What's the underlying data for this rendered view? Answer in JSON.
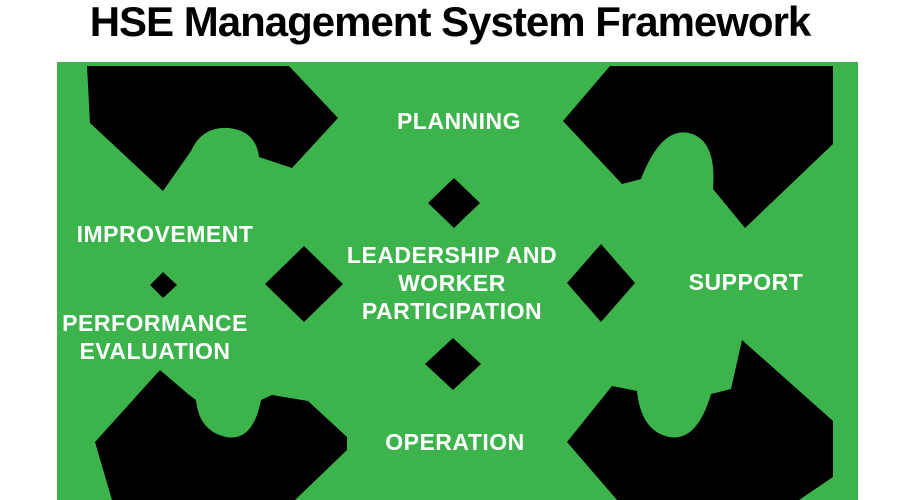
{
  "title": "HSE Management System Framework",
  "colors": {
    "background": "#FFFFFF",
    "panel_green": "#3CB44B",
    "shape_black": "#000000",
    "label_white": "#FFFFFF",
    "title_black": "#000000"
  },
  "diagram": {
    "labels": {
      "planning": "PLANNING",
      "improvement": "IMPROVEMENT",
      "performance_evaluation_lines": [
        "PERFORMANCE",
        "EVALUATION"
      ],
      "leadership_lines": [
        "LEADERSHIP AND",
        "WORKER",
        "PARTICIPATION"
      ],
      "support": "SUPPORT",
      "operation": "OPERATION"
    },
    "shapes": {
      "arrows": [
        "cycle-arrow-top-left",
        "cycle-arrow-top-right",
        "cycle-arrow-bottom-right",
        "cycle-arrow-bottom-left"
      ],
      "diamonds": [
        "diamond-west",
        "diamond-inner-left",
        "diamond-inner-top",
        "diamond-inner-bottom",
        "diamond-inner-right"
      ]
    }
  }
}
